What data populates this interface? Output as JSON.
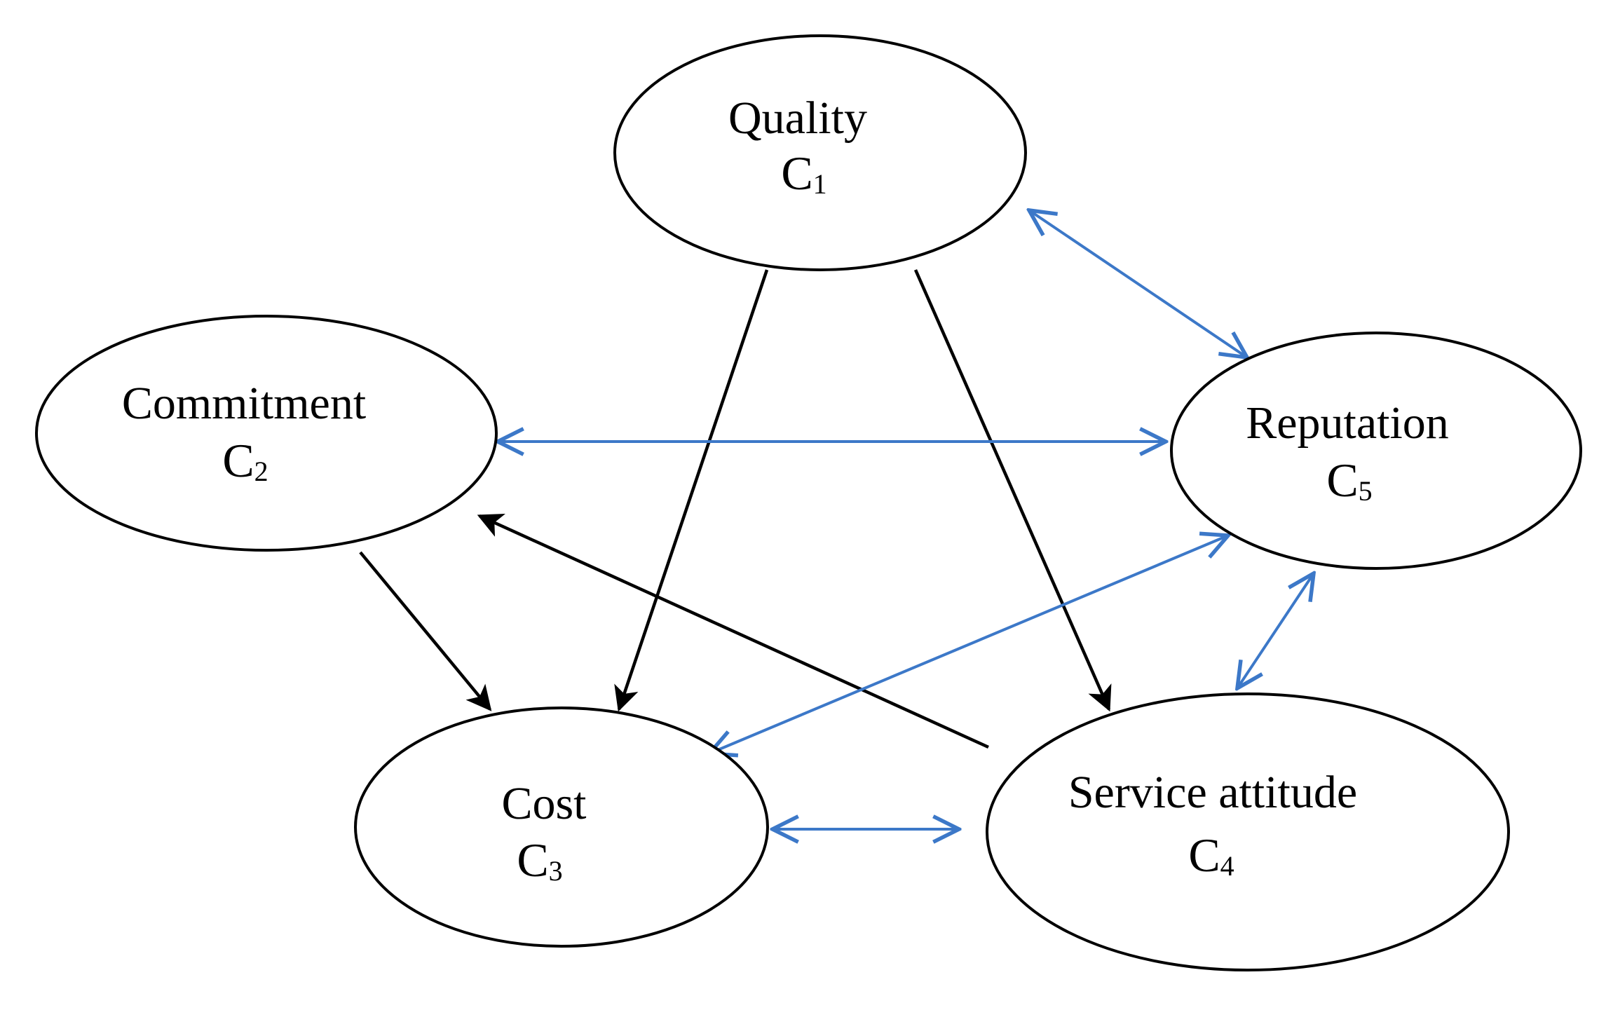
{
  "colors": {
    "directed": "#000000",
    "bidirectional": "#3c78c8",
    "node_fill": "#ffffff",
    "node_stroke": "#000000"
  },
  "nodes": {
    "quality": {
      "name": "Quality",
      "code_letter": "C",
      "code_sub": "1"
    },
    "commitment": {
      "name": "Commitment",
      "code_letter": "C",
      "code_sub": "2"
    },
    "cost": {
      "name": "Cost",
      "code_letter": "C",
      "code_sub": "3"
    },
    "service": {
      "name": "Service attitude",
      "code_letter": "C",
      "code_sub": "4"
    },
    "reputation": {
      "name": "Reputation",
      "code_letter": "C",
      "code_sub": "5"
    }
  },
  "edges": [
    {
      "from": "quality",
      "to": "cost",
      "type": "directed"
    },
    {
      "from": "quality",
      "to": "service",
      "type": "directed"
    },
    {
      "from": "commitment",
      "to": "cost",
      "type": "directed"
    },
    {
      "from": "service",
      "to": "commitment",
      "type": "directed"
    },
    {
      "from": "quality",
      "to": "reputation",
      "type": "bidirectional"
    },
    {
      "from": "commitment",
      "to": "reputation",
      "type": "bidirectional"
    },
    {
      "from": "cost",
      "to": "reputation",
      "type": "bidirectional"
    },
    {
      "from": "service",
      "to": "reputation",
      "type": "bidirectional"
    },
    {
      "from": "cost",
      "to": "service",
      "type": "bidirectional"
    }
  ]
}
